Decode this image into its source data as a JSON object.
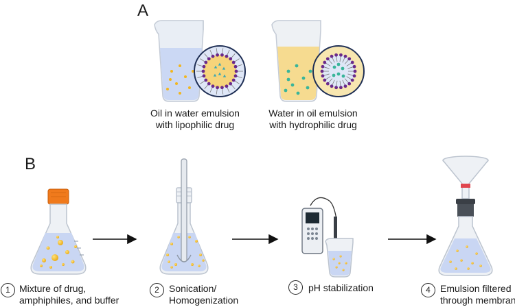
{
  "panels": {
    "a": {
      "letter": "A",
      "beakers": [
        {
          "caption_line1": "Oil in water emulsion",
          "caption_line2": "with lipophilic drug"
        },
        {
          "caption_line1": "Water in oil emulsion",
          "caption_line2": "with hydrophilic drug"
        }
      ]
    },
    "b": {
      "letter": "B",
      "steps": [
        {
          "number": "1",
          "line1": "Mixture of drug,",
          "line2": "amphiphiles, and buffer"
        },
        {
          "number": "2",
          "line1": "Sonication/",
          "line2": "Homogenization"
        },
        {
          "number": "3",
          "line1": "pH stabilization",
          "line2": ""
        },
        {
          "number": "4",
          "line1": "Emulsion filtered",
          "line2": "through membrane"
        }
      ]
    }
  },
  "colors": {
    "water": "#c9d6f3",
    "oil": "#f5d98a",
    "droplet": "#f2b61f",
    "hydrophilic_drug": "#39b59a",
    "head_group": "#6a2a8a",
    "cap": "#f07a1c",
    "arrow": "#111111"
  }
}
